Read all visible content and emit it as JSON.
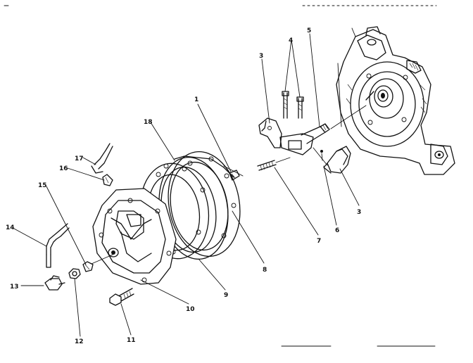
{
  "callouts": [
    {
      "id": "1",
      "label": "1"
    },
    {
      "id": "3a",
      "label": "3"
    },
    {
      "id": "3b",
      "label": "3"
    },
    {
      "id": "4",
      "label": "4"
    },
    {
      "id": "5",
      "label": "5"
    },
    {
      "id": "6",
      "label": "6"
    },
    {
      "id": "7",
      "label": "7"
    },
    {
      "id": "8",
      "label": "8"
    },
    {
      "id": "9",
      "label": "9"
    },
    {
      "id": "10",
      "label": "10"
    },
    {
      "id": "11",
      "label": "11"
    },
    {
      "id": "12",
      "label": "12"
    },
    {
      "id": "13",
      "label": "13"
    },
    {
      "id": "14",
      "label": "14"
    },
    {
      "id": "15",
      "label": "15"
    },
    {
      "id": "16",
      "label": "16"
    },
    {
      "id": "17",
      "label": "17"
    },
    {
      "id": "18",
      "label": "18"
    }
  ]
}
